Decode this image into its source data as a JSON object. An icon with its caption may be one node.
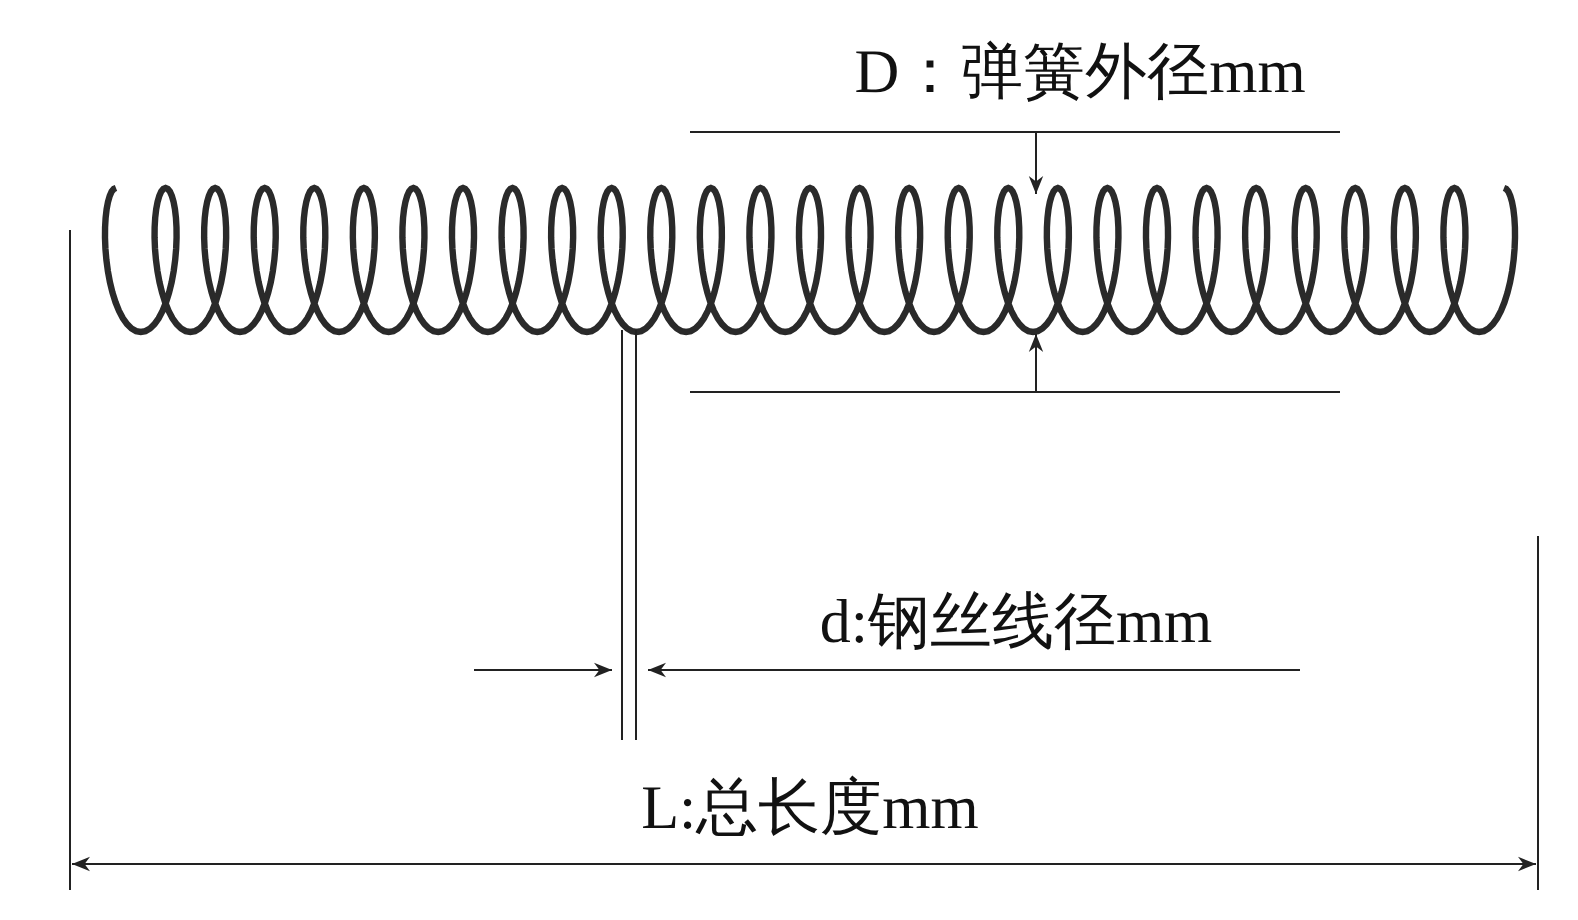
{
  "diagram": {
    "labels": [
      "D：弹簧外径mm",
      "d:钢丝线径mm",
      "L:总长度mm"
    ]
  }
}
